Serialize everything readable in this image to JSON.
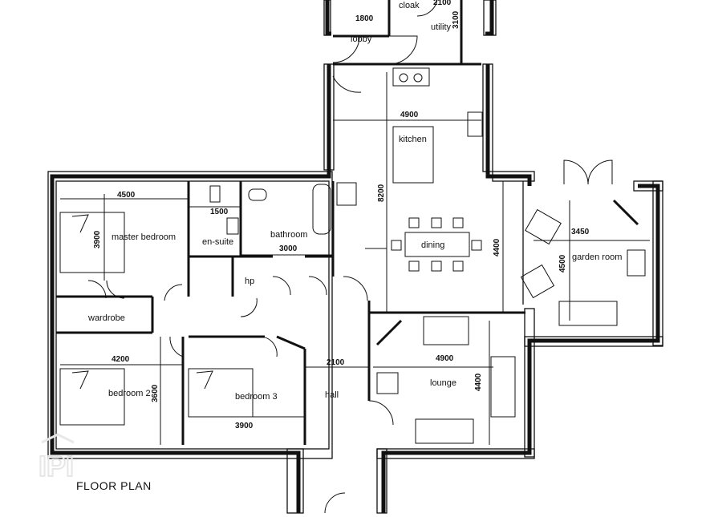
{
  "plan": {
    "title": "FLOOR PLAN",
    "watermark": "IPI",
    "rooms": {
      "cloak": "cloak",
      "utility": "utility",
      "lobby": "lobby",
      "kitchen": "kitchen",
      "dining": "dining",
      "garden_room": "garden room",
      "master_bedroom": "master bedroom",
      "en_suite": "en-suite",
      "bathroom": "bathroom",
      "hp": "hp",
      "wardrobe": "wardrobe",
      "bedroom_2": "bedroom 2",
      "bedroom_3": "bedroom 3",
      "hall": "hall",
      "lounge": "lounge"
    },
    "dimensions": {
      "lobby_w": "1800",
      "utility_w": "2100",
      "utility_h": "3100",
      "kitchen_w": "4900",
      "kitchen_h": "8200",
      "dining_h": "4400",
      "garden_w": "3450",
      "garden_h": "4500",
      "master_w": "4500",
      "master_h": "3900",
      "ensuite_w": "1500",
      "bathroom_w": "3000",
      "bedroom2_w": "4200",
      "bedroom2_h": "3600",
      "bedroom3_w": "3900",
      "hall_w": "2100",
      "lounge_w": "4900",
      "lounge_h": "4400"
    }
  }
}
